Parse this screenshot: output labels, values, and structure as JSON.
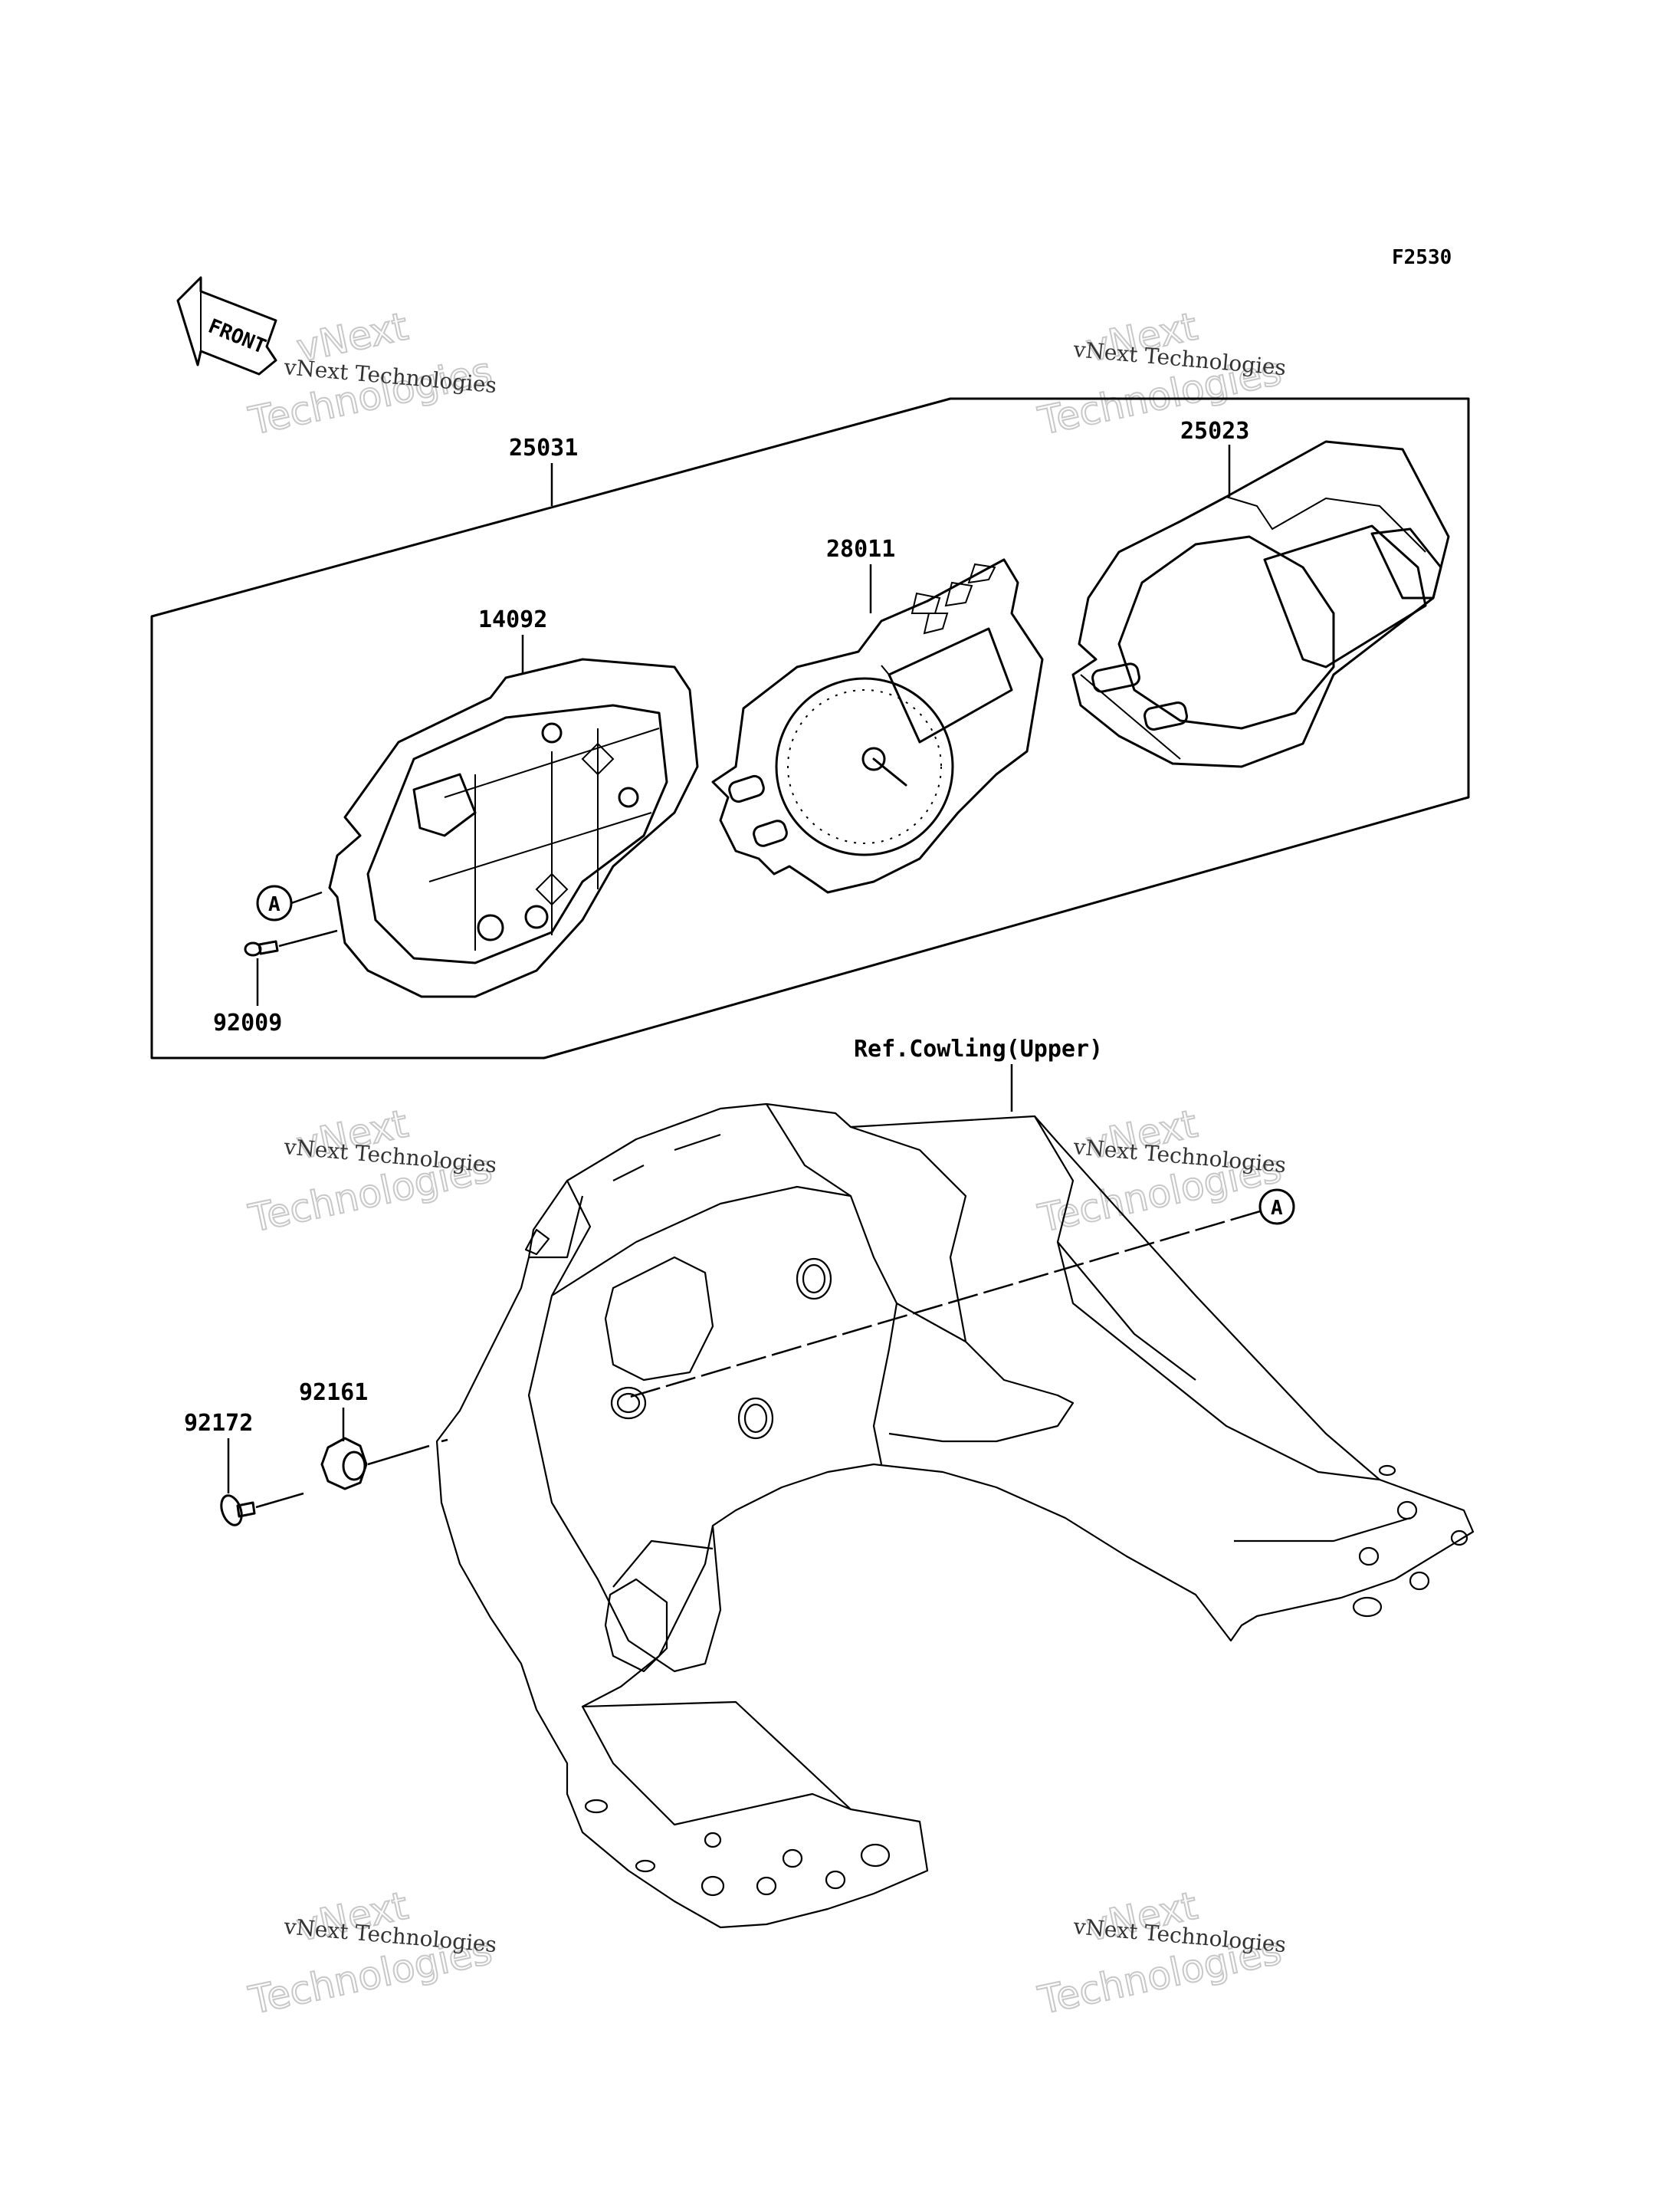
{
  "figure_code": "F2530",
  "front_label": "FRONT",
  "callout_marker": "A",
  "parts": {
    "p25031": "25031",
    "p25023": "25023",
    "p28011": "28011",
    "p14092": "14092",
    "p92009": "92009",
    "p92161": "92161",
    "p92172": "92172"
  },
  "reference_label": "Ref.Cowling(Upper)",
  "watermarks": [
    {
      "line1": "vNext Technologies",
      "ghost": "vNext Technologies"
    },
    {
      "line1": "vNext Technologies",
      "ghost": "vNext Technologies"
    },
    {
      "line1": "vNext Technologies",
      "ghost": "vNext Technologies"
    },
    {
      "line1": "vNext Technologies",
      "ghost": "vNext Technologies"
    },
    {
      "line1": "vNext Technologies",
      "ghost": "vNext Technologies"
    },
    {
      "line1": "vNext Technologies",
      "ghost": "vNext Technologies"
    }
  ]
}
